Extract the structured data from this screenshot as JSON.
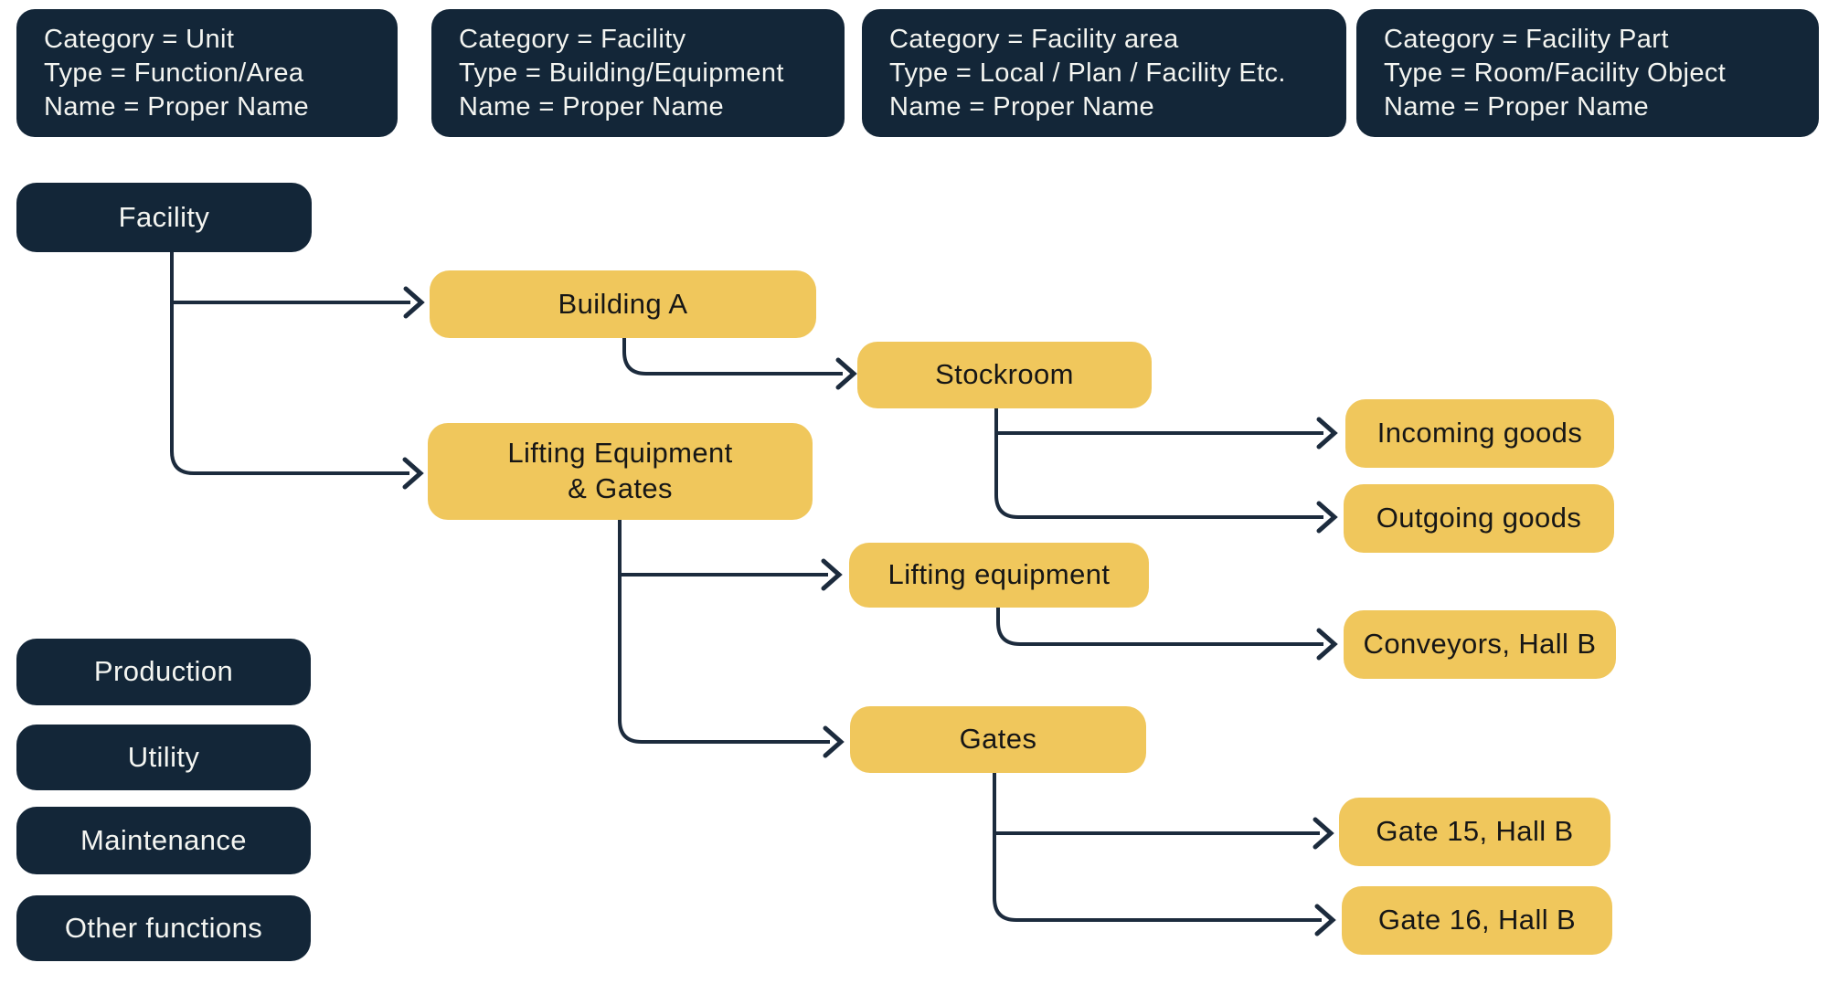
{
  "headers": [
    {
      "lines": [
        "Category = Unit",
        "Type = Function/Area",
        "Name = Proper Name"
      ]
    },
    {
      "lines": [
        "Category = Facility",
        "Type = Building/Equipment",
        "Name = Proper Name"
      ]
    },
    {
      "lines": [
        "Category = Facility area",
        "Type = Local / Plan / Facility Etc.",
        "Name = Proper Name"
      ]
    },
    {
      "lines": [
        "Category = Facility Part",
        "Type = Room/Facility Object",
        "Name = Proper Name"
      ]
    }
  ],
  "nodes": {
    "facility": {
      "label": "Facility",
      "level": "unit"
    },
    "building_a": {
      "label": "Building A",
      "level": "facility"
    },
    "lifting_equipment_gates": {
      "label": "Lifting Equipment\n& Gates",
      "level": "facility"
    },
    "stockroom": {
      "label": "Stockroom",
      "level": "facility-area"
    },
    "lifting_equipment": {
      "label": "Lifting equipment",
      "level": "facility-area"
    },
    "gates": {
      "label": "Gates",
      "level": "facility-area"
    },
    "incoming_goods": {
      "label": "Incoming goods",
      "level": "facility-part"
    },
    "outgoing_goods": {
      "label": "Outgoing goods",
      "level": "facility-part"
    },
    "conveyors_hall_b": {
      "label": "Conveyors, Hall B",
      "level": "facility-part"
    },
    "gate_15": {
      "label": "Gate 15, Hall B",
      "level": "facility-part"
    },
    "gate_16": {
      "label": "Gate 16, Hall B",
      "level": "facility-part"
    }
  },
  "legend": [
    {
      "label": "Production"
    },
    {
      "label": "Utility"
    },
    {
      "label": "Maintenance"
    },
    {
      "label": "Other functions"
    }
  ],
  "edges": [
    "facility->building_a",
    "facility->lifting_equipment_gates",
    "building_a->stockroom",
    "stockroom->incoming_goods",
    "stockroom->outgoing_goods",
    "lifting_equipment_gates->lifting_equipment",
    "lifting_equipment_gates->gates",
    "lifting_equipment->conveyors_hall_b",
    "gates->gate_15",
    "gates->gate_16"
  ],
  "colors": {
    "navy": "#132638",
    "yellow": "#F0C75C",
    "connector": "#1C2B3D",
    "text_on_navy": "#F4F5F1",
    "text_on_yellow": "#161616",
    "background": "#FFFFFF"
  }
}
